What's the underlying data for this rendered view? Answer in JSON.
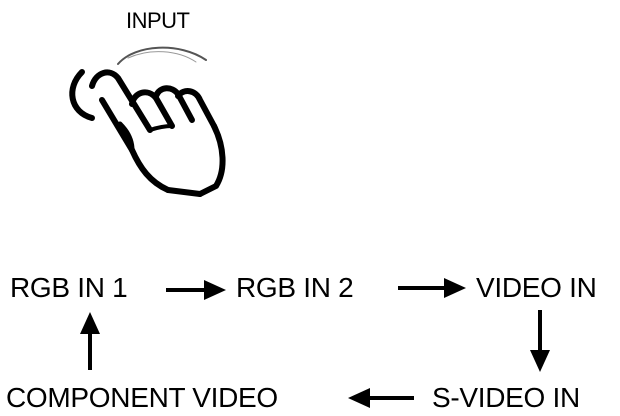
{
  "button": {
    "label": "INPUT",
    "icon": "hand-pressing-button-icon"
  },
  "sources": [
    "RGB IN 1",
    "RGB IN 2",
    "VIDEO IN",
    "S-VIDEO IN",
    "COMPONENT VIDEO"
  ],
  "cycle_order": [
    "RGB IN 1",
    "RGB IN 2",
    "VIDEO IN",
    "S-VIDEO IN",
    "COMPONENT VIDEO",
    "RGB IN 1"
  ],
  "colors": {
    "ink": "#000000",
    "background": "#ffffff"
  }
}
